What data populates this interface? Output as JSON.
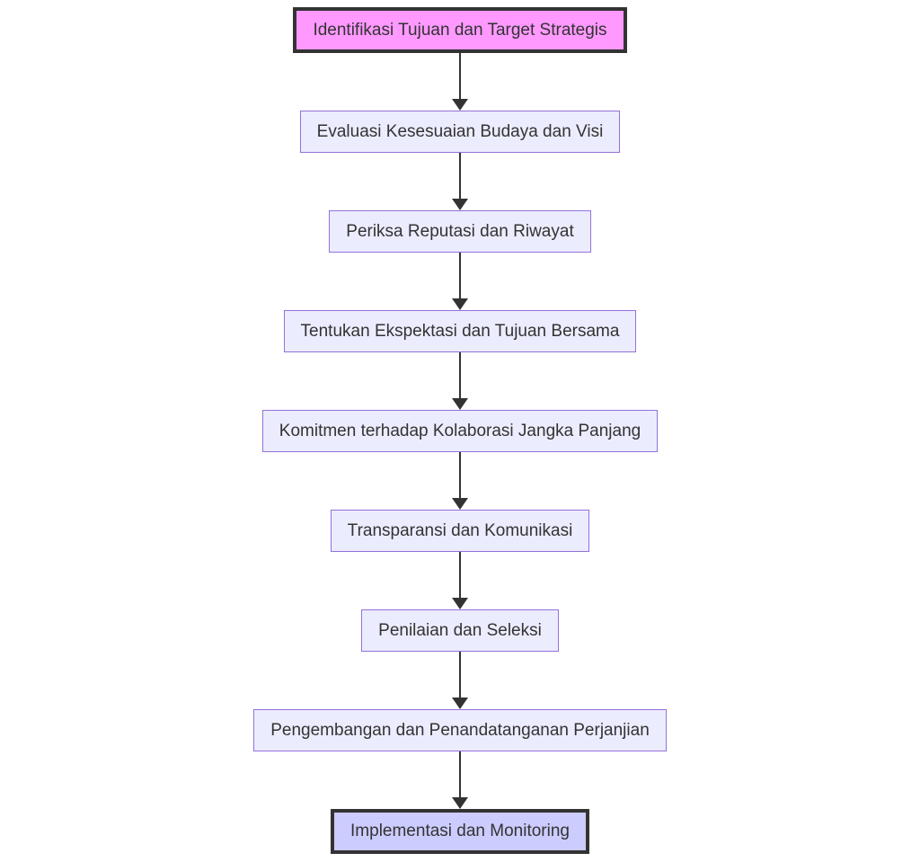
{
  "diagram": {
    "type": "flowchart",
    "direction": "top-down",
    "nodes": [
      {
        "label": "Identifikasi Tujuan dan Target Strategis",
        "style": "start"
      },
      {
        "label": "Evaluasi Kesesuaian Budaya dan Visi",
        "style": "default"
      },
      {
        "label": "Periksa Reputasi dan Riwayat",
        "style": "default"
      },
      {
        "label": "Tentukan Ekspektasi dan Tujuan Bersama",
        "style": "default"
      },
      {
        "label": "Komitmen terhadap Kolaborasi Jangka Panjang",
        "style": "default"
      },
      {
        "label": "Transparansi dan Komunikasi",
        "style": "default"
      },
      {
        "label": "Penilaian dan Seleksi",
        "style": "default"
      },
      {
        "label": "Pengembangan dan Penandatanganan Perjanjian",
        "style": "default"
      },
      {
        "label": "Implementasi dan Monitoring",
        "style": "end"
      }
    ],
    "edges": [
      [
        0,
        1
      ],
      [
        1,
        2
      ],
      [
        2,
        3
      ],
      [
        3,
        4
      ],
      [
        4,
        5
      ],
      [
        5,
        6
      ],
      [
        6,
        7
      ],
      [
        7,
        8
      ]
    ],
    "colors": {
      "background": "#ffffff",
      "start_fill": "#ff99ff",
      "end_fill": "#ccccff",
      "default_fill": "#ececff",
      "default_border": "#9370db",
      "emphasis_border": "#333333",
      "arrow": "#333333",
      "text": "#333333"
    }
  }
}
